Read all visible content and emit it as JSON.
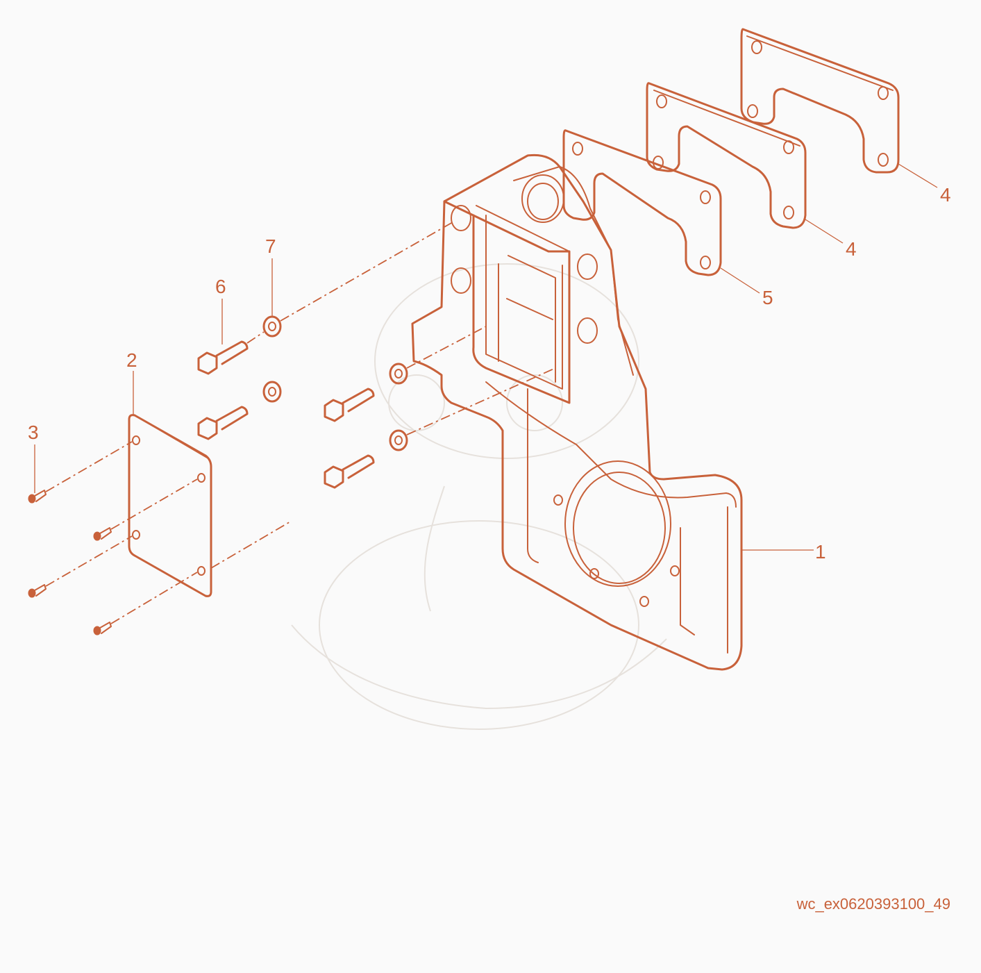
{
  "callouts": {
    "c1": "1",
    "c2": "2",
    "c3": "3",
    "c4a": "4",
    "c4b": "4",
    "c5": "5",
    "c6": "6",
    "c7": "7"
  },
  "drawing_code": "wc_ex0620393100_49",
  "colors": {
    "line": "#c8613a",
    "background": "#fafafa",
    "watermark": "#e6e1dc"
  }
}
